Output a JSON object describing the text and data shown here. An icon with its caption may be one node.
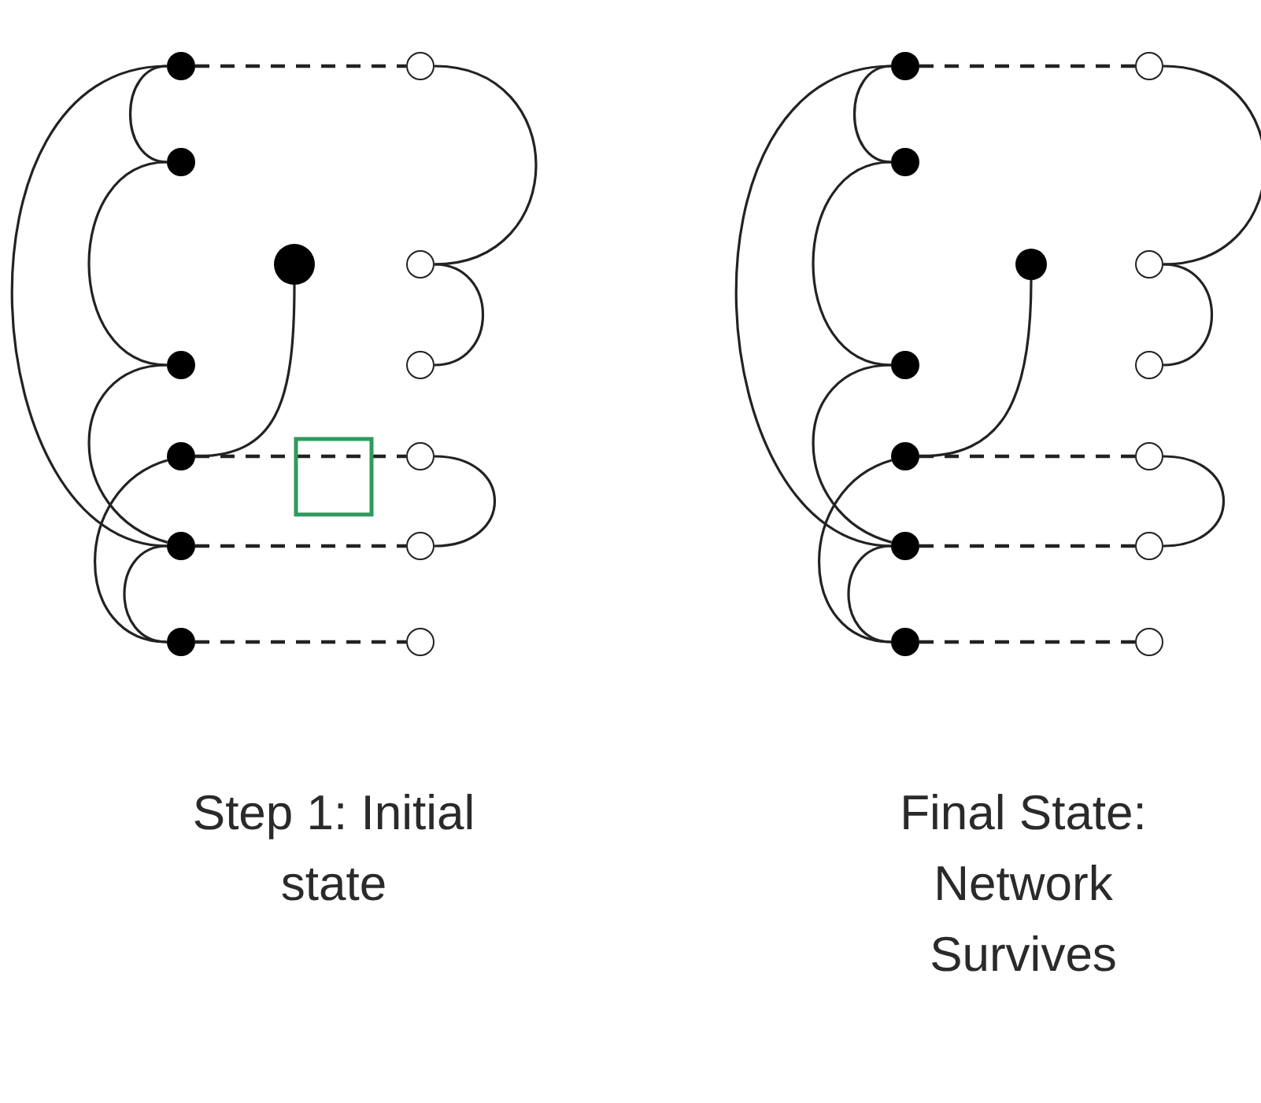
{
  "diagram": {
    "nodes": [
      {
        "text": [],
        "shape": "circle"
      },
      {
        "text": [],
        "shape": "circle"
      },
      {
        "text": [],
        "shape": "circle"
      },
      {
        "text": [],
        "shape": "circle"
      },
      {
        "text": [],
        "shape": "circle"
      },
      {
        "text": [],
        "shape": "circle"
      },
      {
        "text": [],
        "shape": "circle"
      },
      {
        "text": [],
        "shape": "circle"
      },
      {
        "text": [],
        "shape": "circle"
      },
      {
        "text": [],
        "shape": "circle"
      },
      {
        "text": [],
        "shape": "circle"
      },
      {
        "text": [],
        "shape": "circle"
      },
      {
        "text": [],
        "shape": "circle"
      },
      {
        "text": [],
        "shape": "circle"
      },
      {
        "text": [],
        "shape": "circle"
      },
      {
        "text": [],
        "shape": "circle"
      },
      {
        "text": [],
        "shape": "circle"
      },
      {
        "text": [],
        "shape": "circle"
      },
      {
        "text": [],
        "shape": "circle"
      },
      {
        "text": [],
        "shape": "circle"
      },
      {
        "text": [],
        "shape": "circle"
      },
      {
        "text": [],
        "shape": "circle"
      },
      {
        "text": [],
        "shape": "circle"
      },
      {
        "text": [],
        "shape": "circle"
      },
      {
        "text": [],
        "shape": "circle"
      },
      {
        "text": [],
        "shape": "circle"
      }
    ],
    "edges": [
      {
        "from": 0,
        "to": 1,
        "arrow": "none"
      },
      {
        "from": 1,
        "to": 3,
        "arrow": "none"
      },
      {
        "from": 0,
        "to": 5,
        "arrow": "none"
      },
      {
        "from": 3,
        "to": 5,
        "arrow": "none"
      },
      {
        "from": 4,
        "to": 6,
        "arrow": "none"
      },
      {
        "from": 5,
        "to": 6,
        "arrow": "none"
      },
      {
        "from": 2,
        "to": 4,
        "arrow": "none"
      },
      {
        "from": 0,
        "to": 7,
        "arrow": "none",
        "style": "dashed"
      },
      {
        "from": 4,
        "to": 10,
        "arrow": "none",
        "style": "dashed"
      },
      {
        "from": 5,
        "to": 11,
        "arrow": "none",
        "style": "dashed"
      },
      {
        "from": 6,
        "to": 12,
        "arrow": "none",
        "style": "dashed"
      },
      {
        "from": 7,
        "to": 8,
        "arrow": "none"
      },
      {
        "from": 8,
        "to": 9,
        "arrow": "none"
      },
      {
        "from": 10,
        "to": 11,
        "arrow": "none"
      },
      {
        "from": 13,
        "to": 14,
        "arrow": "none"
      },
      {
        "from": 14,
        "to": 16,
        "arrow": "none"
      },
      {
        "from": 13,
        "to": 18,
        "arrow": "none"
      },
      {
        "from": 16,
        "to": 18,
        "arrow": "none"
      },
      {
        "from": 17,
        "to": 19,
        "arrow": "none"
      },
      {
        "from": 18,
        "to": 19,
        "arrow": "none"
      },
      {
        "from": 15,
        "to": 17,
        "arrow": "none"
      },
      {
        "from": 13,
        "to": 20,
        "arrow": "none",
        "style": "dashed"
      },
      {
        "from": 17,
        "to": 23,
        "arrow": "none",
        "style": "dashed"
      },
      {
        "from": 18,
        "to": 24,
        "arrow": "none",
        "style": "dashed"
      },
      {
        "from": 19,
        "to": 25,
        "arrow": "none",
        "style": "dashed"
      },
      {
        "from": 20,
        "to": 21,
        "arrow": "none"
      },
      {
        "from": 21,
        "to": 22,
        "arrow": "none"
      },
      {
        "from": 23,
        "to": 24,
        "arrow": "none"
      }
    ],
    "labels": [
      "Step 1: Initial state",
      "Final State: Network Survives"
    ]
  }
}
